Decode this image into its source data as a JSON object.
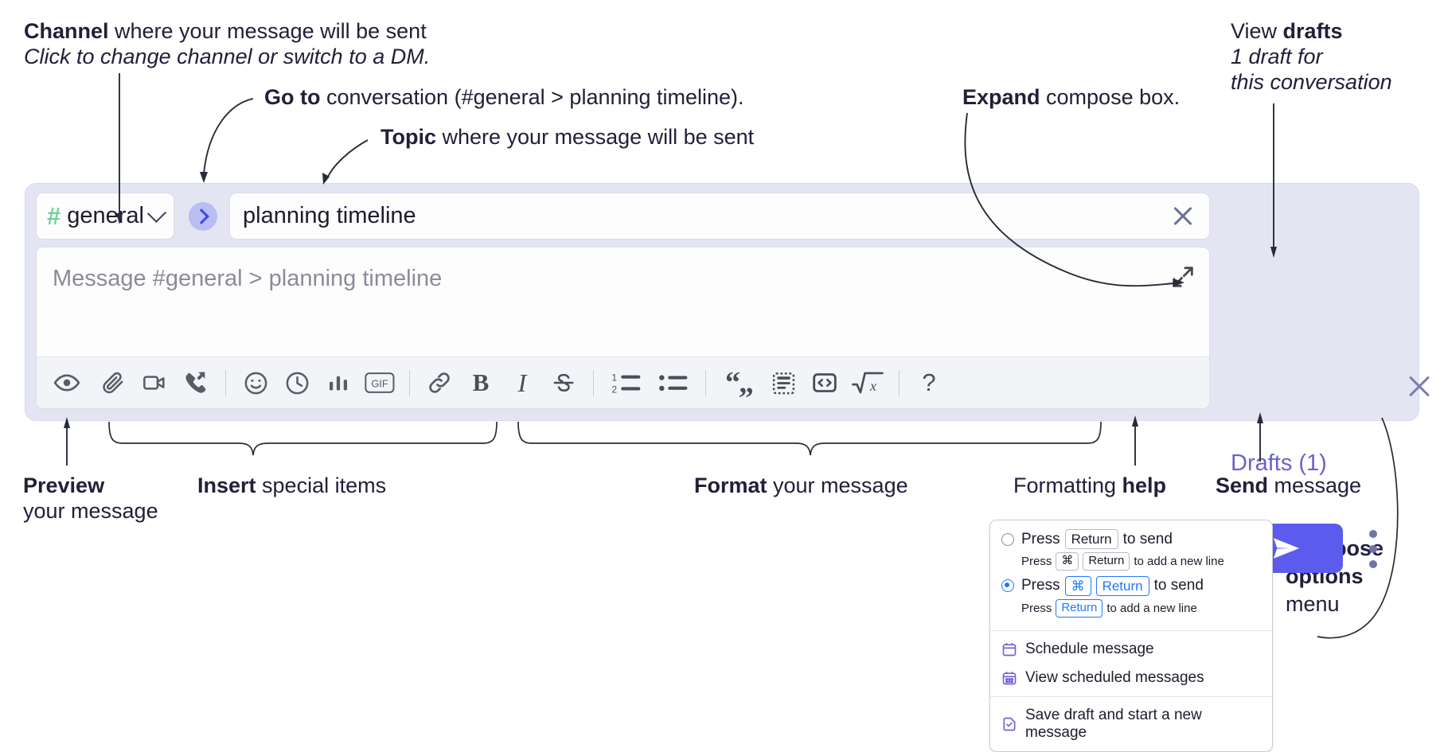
{
  "annotations": {
    "channel": {
      "bold": "Channel",
      "rest": " where your message will be sent",
      "italic": "Click to change channel or switch to a DM."
    },
    "goto": {
      "bold": "Go to",
      "rest": " conversation (#general > planning timeline)."
    },
    "topic": {
      "bold": "Topic",
      "rest": " where your message will be sent"
    },
    "expand": {
      "bold": "Expand",
      "rest": " compose box."
    },
    "drafts": {
      "pre": "View ",
      "bold": "drafts",
      "italic1": "1 draft for",
      "italic2": "this conversation"
    },
    "preview": {
      "bold": "Preview",
      "rest": "your message"
    },
    "insert": {
      "bold": "Insert",
      "rest": " special items"
    },
    "format": {
      "bold": "Format",
      "rest": " your message"
    },
    "formatting_help": {
      "pre": "Formatting ",
      "bold": "help"
    },
    "send": {
      "bold": "Send",
      "rest": " message"
    },
    "compose_options": {
      "bold1": "Compose",
      "bold2": "options",
      "rest": "menu"
    }
  },
  "compose": {
    "channel_name": "general",
    "channel_hash": "#",
    "goto_icon": "chevron-right-icon",
    "topic_value": "planning timeline",
    "topic_clear_icon": "close-icon",
    "message_placeholder": "Message #general > planning timeline",
    "expand_icon": "expand-icon",
    "drafts_label": "Drafts (1)",
    "send_icon": "send-paper-plane-icon",
    "compose_options_icon": "kebab-menu-icon",
    "close_icon": "close-icon",
    "toolbar": [
      {
        "name": "preview-icon",
        "label": "Preview"
      },
      {
        "type": "gap"
      },
      {
        "name": "attachment-icon",
        "label": "Attach file"
      },
      {
        "name": "video-camera-icon",
        "label": "Record video clip"
      },
      {
        "name": "phone-forward-icon",
        "label": "Huddle / call"
      },
      {
        "type": "separator"
      },
      {
        "name": "emoji-icon",
        "label": "Emoji"
      },
      {
        "name": "clock-icon",
        "label": "Reminder"
      },
      {
        "name": "bar-chart-icon",
        "label": "Poll"
      },
      {
        "name": "gif-icon",
        "label": "GIF"
      },
      {
        "type": "separator"
      },
      {
        "name": "link-icon",
        "label": "Link"
      },
      {
        "name": "bold-icon",
        "label": "Bold"
      },
      {
        "name": "italic-icon",
        "label": "Italic"
      },
      {
        "name": "strikethrough-icon",
        "label": "Strikethrough"
      },
      {
        "type": "separator"
      },
      {
        "name": "ordered-list-icon",
        "label": "Ordered list"
      },
      {
        "name": "bulleted-list-icon",
        "label": "Bulleted list"
      },
      {
        "type": "separator"
      },
      {
        "name": "blockquote-icon",
        "label": "Blockquote"
      },
      {
        "name": "code-block-icon",
        "label": "Code block"
      },
      {
        "name": "inline-code-icon",
        "label": "Code"
      },
      {
        "name": "math-icon",
        "label": "Math"
      },
      {
        "type": "separator"
      },
      {
        "name": "help-icon",
        "label": "Formatting help"
      }
    ]
  },
  "menu": {
    "options": [
      {
        "selected": false,
        "main_pre": "Press",
        "main_key": "Return",
        "main_post": "to send",
        "sub_pre": "Press",
        "sub_key1": "⌘",
        "sub_key2": "Return",
        "sub_post": "to add a new line"
      },
      {
        "selected": true,
        "main_pre": "Press",
        "main_key1": "⌘",
        "main_key2": "Return",
        "main_post": "to send",
        "sub_pre": "Press",
        "sub_key": "Return",
        "sub_post": "to add a new line"
      }
    ],
    "items": [
      {
        "icon": "calendar-clock-icon",
        "label": "Schedule message"
      },
      {
        "icon": "calendar-grid-icon",
        "label": "View scheduled messages"
      },
      {
        "icon": "save-draft-icon",
        "label": "Save draft and start a new message"
      }
    ]
  },
  "colors": {
    "widget_bg": "#e4e5f3",
    "send_button": "#5b5bee",
    "accent_blue": "#1d7afc",
    "drafts_text": "#6a63c7",
    "hash_green": "#6fd39b",
    "goto_bubble": "#b9bdf4"
  }
}
